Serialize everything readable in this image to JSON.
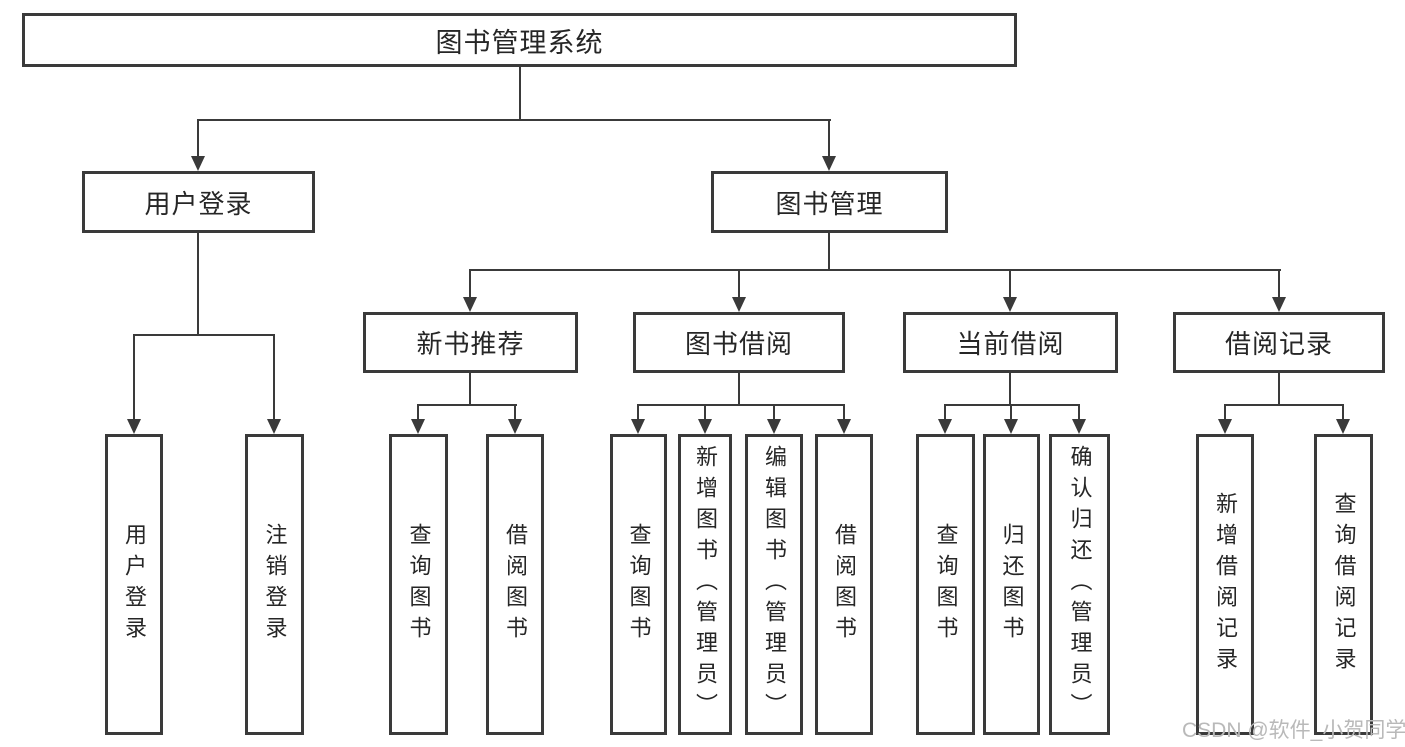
{
  "tree": {
    "root": {
      "label": "图书管理系统",
      "children": [
        {
          "label": "用户登录",
          "children": [
            {
              "label": "用户登录"
            },
            {
              "label": "注销登录"
            }
          ]
        },
        {
          "label": "图书管理",
          "children": [
            {
              "label": "新书推荐",
              "children": [
                {
                  "label": "查询图书"
                },
                {
                  "label": "借阅图书"
                }
              ]
            },
            {
              "label": "图书借阅",
              "children": [
                {
                  "label": "查询图书"
                },
                {
                  "label": "新增图书（管理员）"
                },
                {
                  "label": "编辑图书（管理员）"
                },
                {
                  "label": "借阅图书"
                }
              ]
            },
            {
              "label": "当前借阅",
              "children": [
                {
                  "label": "查询图书"
                },
                {
                  "label": "归还图书"
                },
                {
                  "label": "确认归还（管理员）"
                }
              ]
            },
            {
              "label": "借阅记录",
              "children": [
                {
                  "label": "新增借阅记录"
                },
                {
                  "label": "查询借阅记录"
                }
              ]
            }
          ]
        }
      ]
    }
  },
  "watermark": {
    "text": "CSDN @软件_小贺同学"
  },
  "colors": {
    "line": "#3a3a3a",
    "text": "#262626",
    "watermark": "#b9b9b9",
    "background": "#ffffff"
  }
}
